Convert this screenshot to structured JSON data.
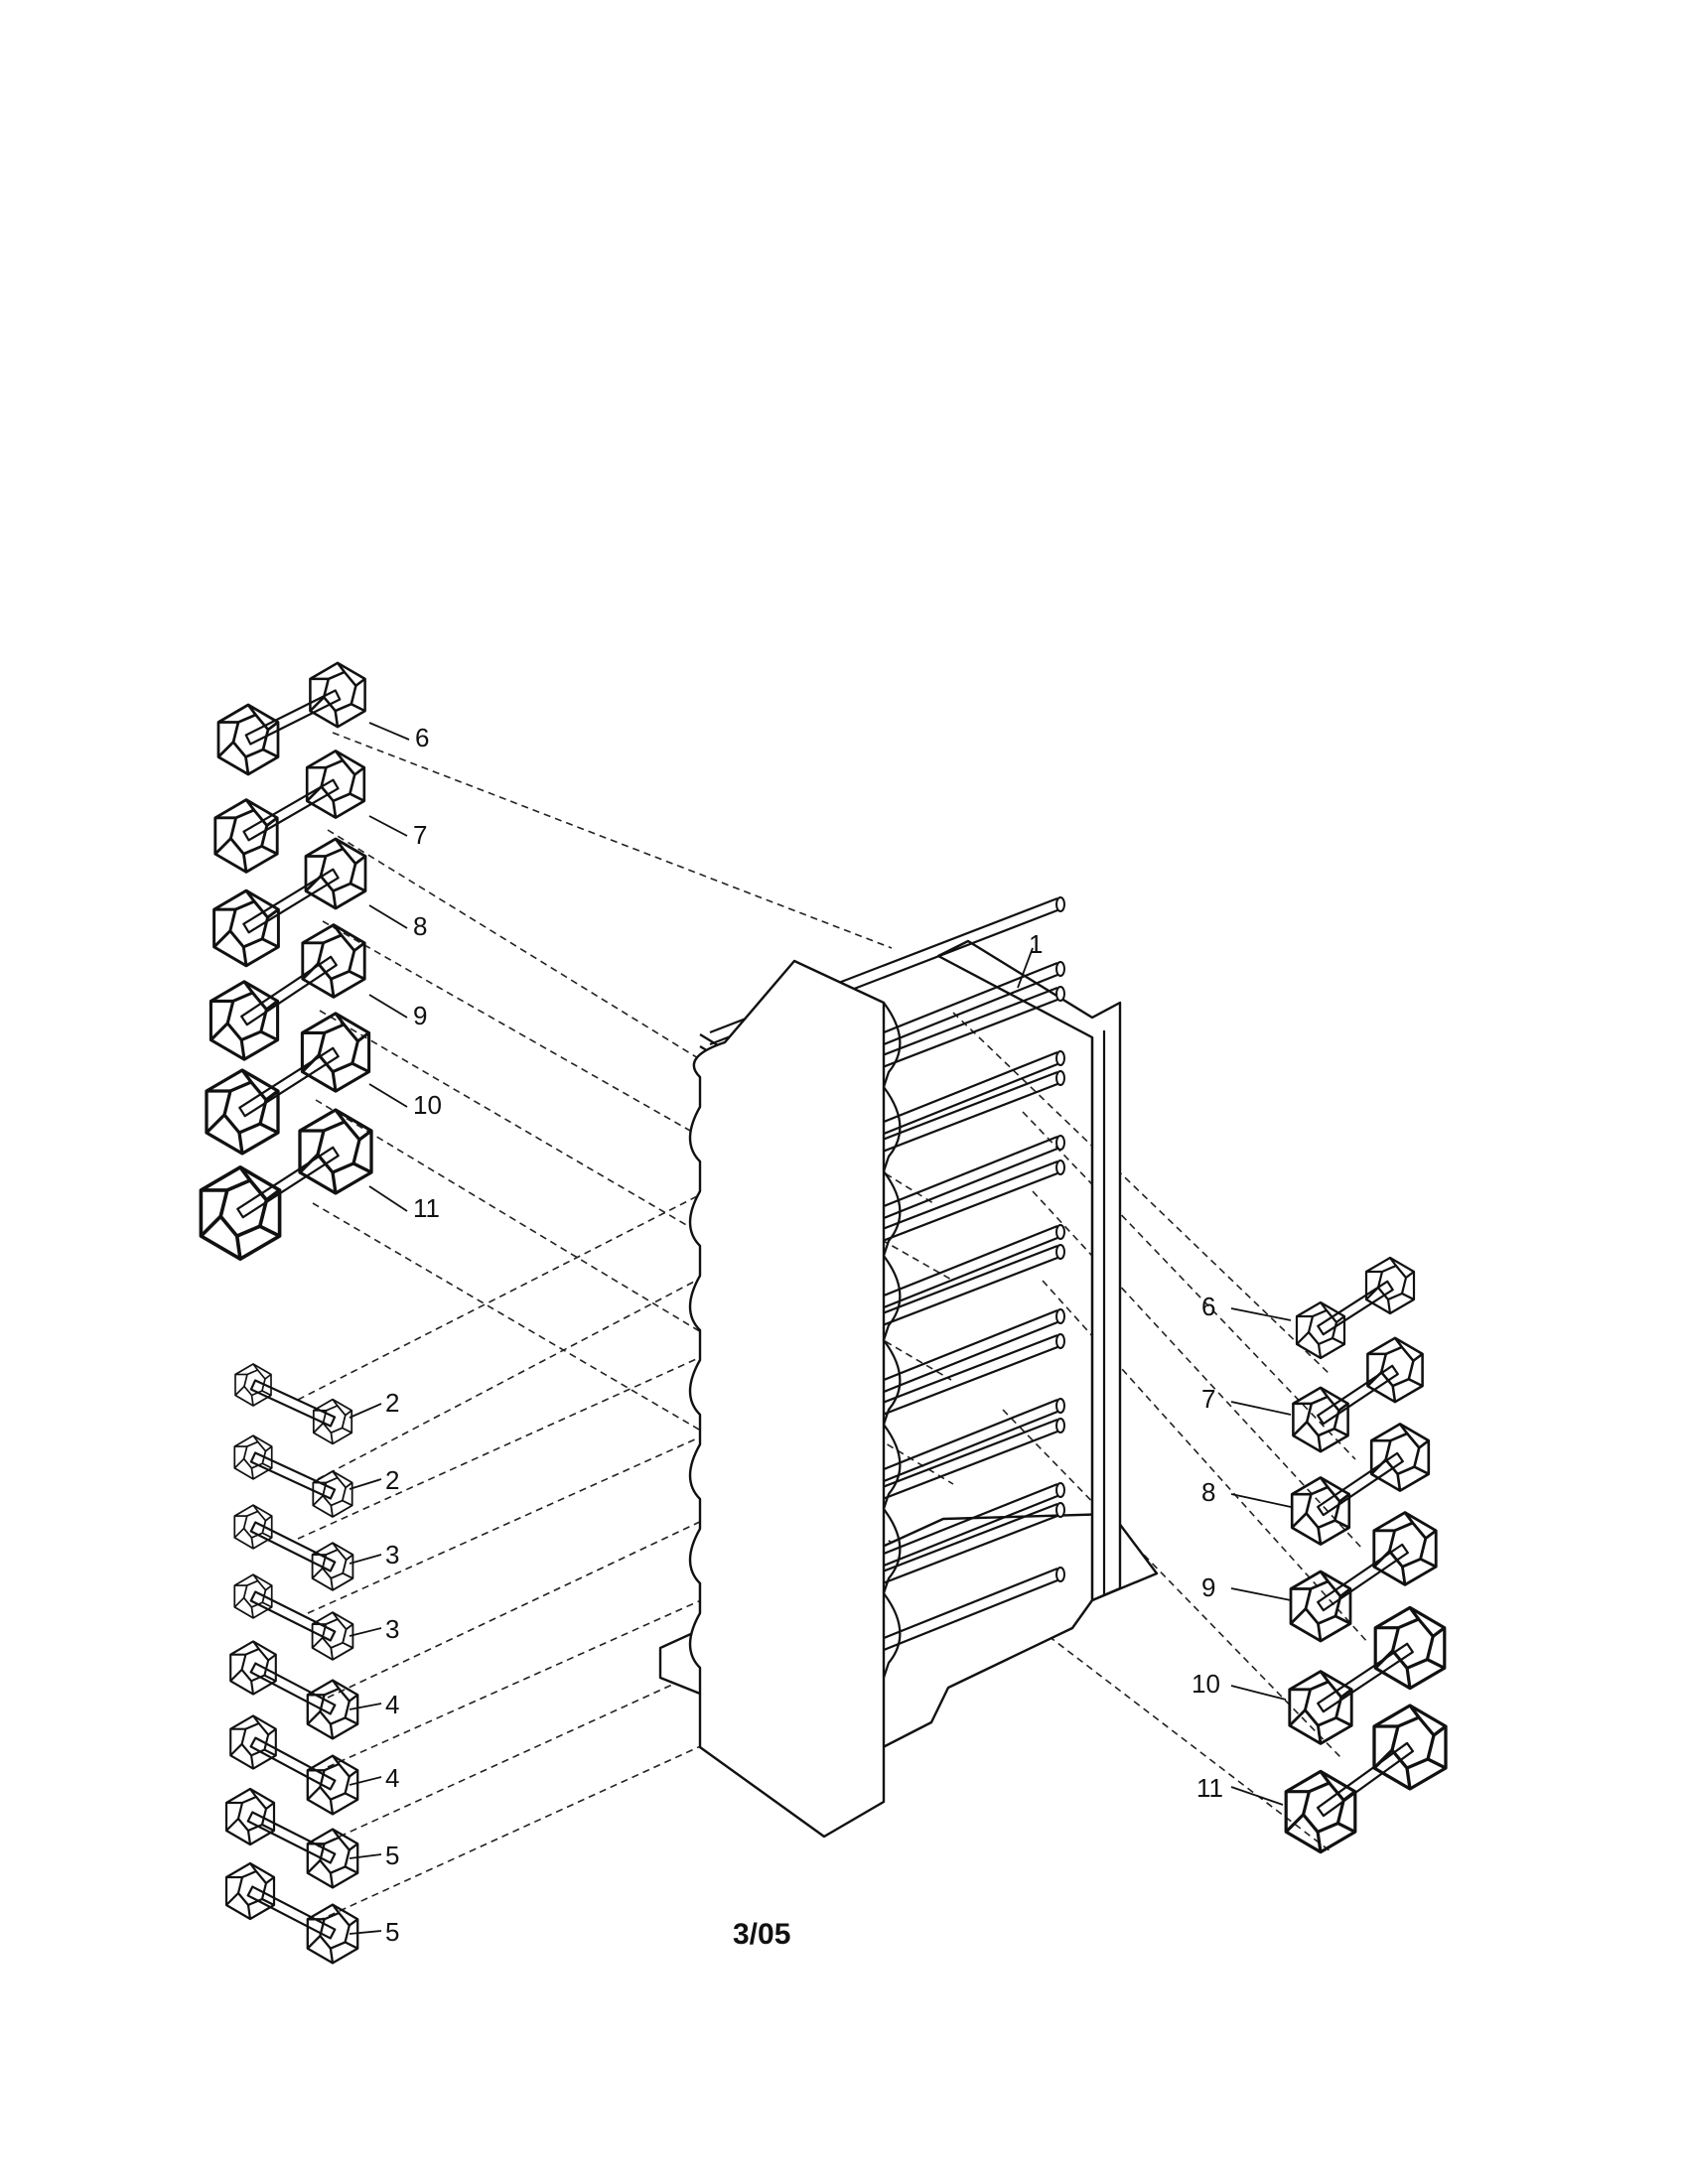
{
  "diagram": {
    "type": "exploded-parts-view",
    "rack_label": "1",
    "left_upper_labels": [
      "6",
      "7",
      "8",
      "9",
      "10",
      "11"
    ],
    "left_lower_labels": [
      "2",
      "2",
      "3",
      "3",
      "4",
      "4",
      "5",
      "5"
    ],
    "right_labels": [
      "6",
      "7",
      "8",
      "9",
      "10",
      "11"
    ]
  },
  "footer": {
    "code": "3/05"
  }
}
